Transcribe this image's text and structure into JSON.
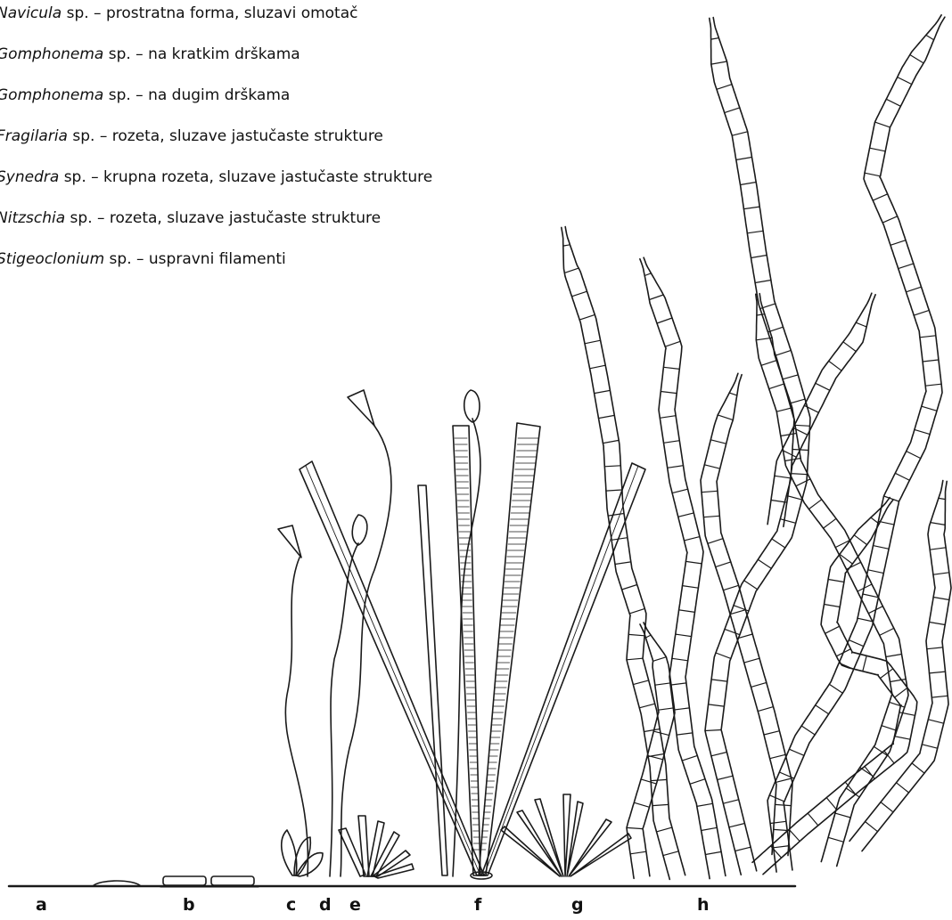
{
  "legend": [
    {
      "genus": "Navicula",
      "text": " sp. – prostratna forma, sluzavi omotač"
    },
    {
      "genus": "Gomphonema",
      "text": " sp. – na kratkim drškama"
    },
    {
      "genus": "Gomphonema",
      "text": " sp. – na dugim drškama"
    },
    {
      "genus": "Fragilaria",
      "text": " sp. – rozeta, sluzave jastučaste strukture"
    },
    {
      "genus": "Synedra",
      "text": " sp. – krupna rozeta, sluzave jastučaste strukture"
    },
    {
      "genus": "Nitzschia",
      "text": " sp. – rozeta, sluzave jastučaste strukture"
    },
    {
      "genus": "Stigeoclonium",
      "text": " sp. – uspravni filamenti"
    }
  ],
  "labels": {
    "a": "a",
    "b": "b",
    "c": "c",
    "d": "d",
    "e": "e",
    "f": "f",
    "g": "g",
    "h": "h"
  },
  "colors": {
    "ink": "#1a1a1a",
    "paper": "#ffffff"
  }
}
